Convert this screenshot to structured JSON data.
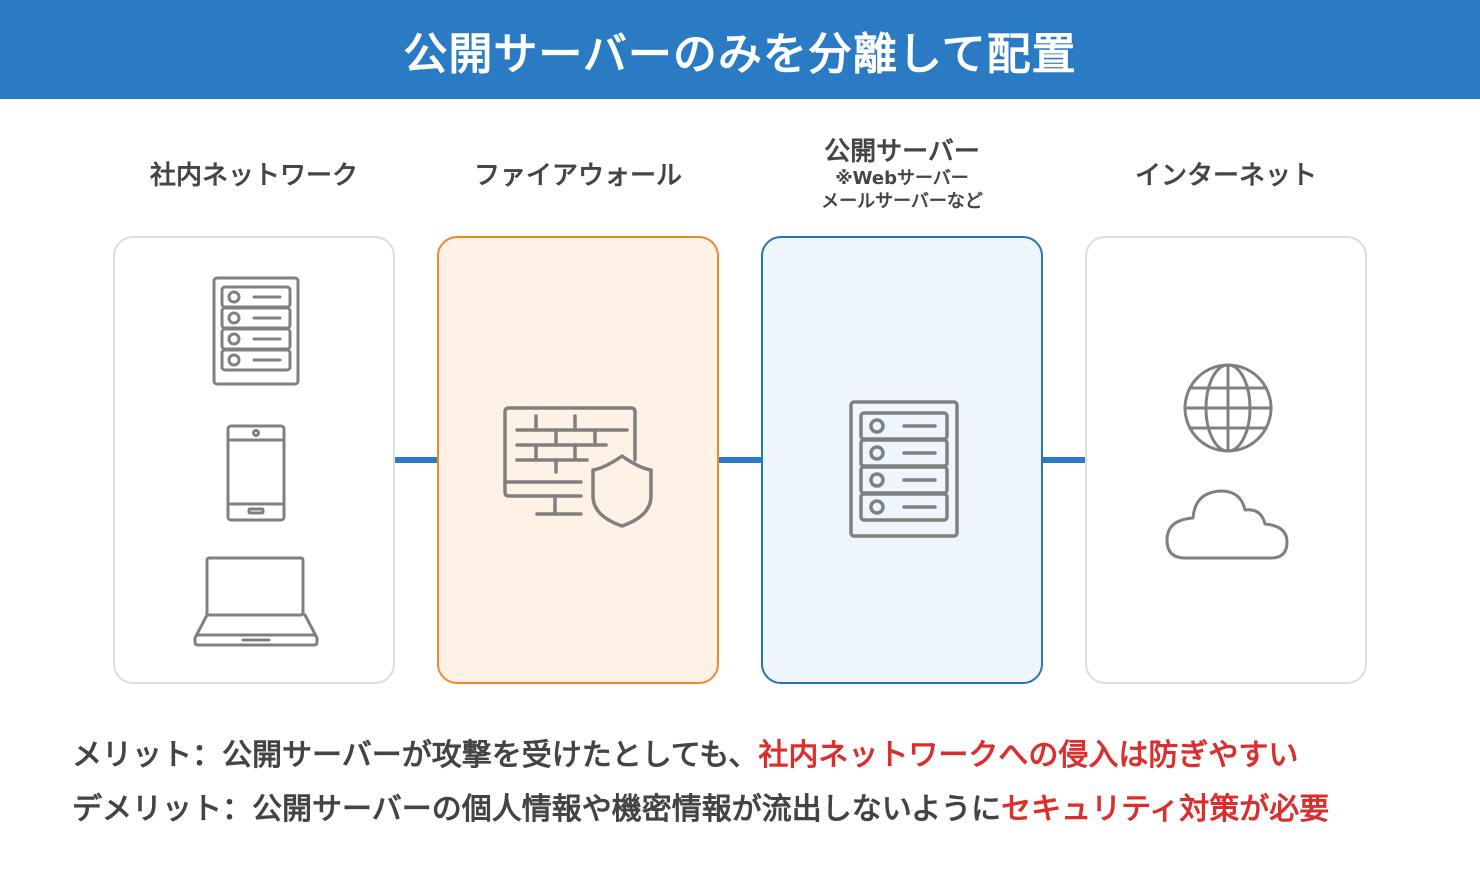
{
  "title": "公開サーバーのみを分離して配置",
  "columns": [
    {
      "id": "internal",
      "label": "社内ネットワーク",
      "icons": [
        "server-rack-icon",
        "smartphone-icon",
        "laptop-icon"
      ]
    },
    {
      "id": "firewall",
      "label": "ファイアウォール",
      "icons": [
        "firewall-shield-icon"
      ]
    },
    {
      "id": "public",
      "label": "公開サーバー",
      "sublabel_1": "※Webサーバー",
      "sublabel_2": "メールサーバーなど",
      "icons": [
        "server-rack-icon"
      ]
    },
    {
      "id": "internet",
      "label": "インターネット",
      "icons": [
        "globe-icon",
        "cloud-icon"
      ]
    }
  ],
  "notes": {
    "merit": {
      "prefix": "メリット：公開サーバーが攻撃を受けたとしても、",
      "highlight": "社内ネットワークへの侵入は防ぎやすい"
    },
    "demerit": {
      "prefix": "デメリット：公開サーバーの個人情報や機密情報が流出しないように",
      "highlight": "セキュリティ対策が必要"
    }
  },
  "colors": {
    "header_bg": "#2a7bc4",
    "connector": "#2a7bc4",
    "firewall_border": "#f0882a",
    "firewall_fill": "#fef1e5",
    "public_border": "#2c72b8",
    "public_fill": "#eef7fd",
    "neutral_border": "#dddddd",
    "highlight_text": "#d9302f",
    "icon_stroke": "#808080"
  }
}
